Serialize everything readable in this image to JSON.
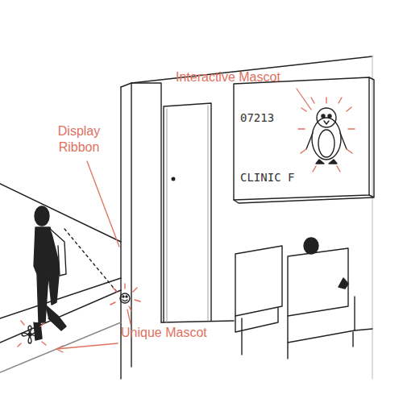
{
  "diagram": {
    "labels": [
      "Interactive Mascot",
      "Display Ribbon",
      "Unique Mascot",
      "07213",
      "CLINIC F"
    ]
  }
}
